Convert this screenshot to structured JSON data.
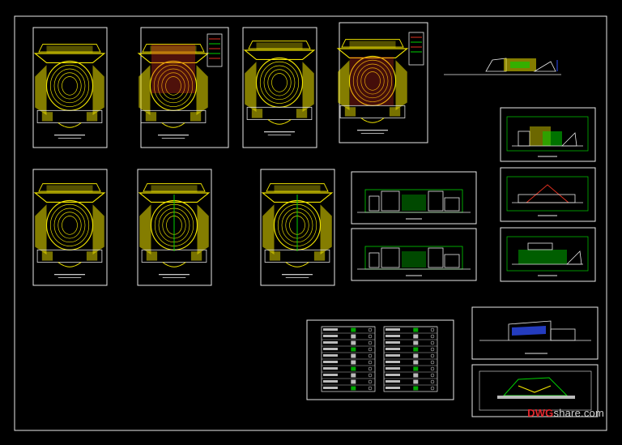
{
  "colors": {
    "background": "#000000",
    "frame": "#e8e8e8",
    "plan_yellow": "#f0e400",
    "plan_red": "#e03020",
    "section_green": "#00d000",
    "section_white": "#e8e8e8",
    "watermark_red": "#e3262d"
  },
  "watermark": {
    "brand_red": "DWG",
    "brand_rest": "share.com"
  },
  "sheets": {
    "floor_plans": [
      "plan-1",
      "plan-2",
      "plan-3",
      "plan-4",
      "plan-5",
      "plan-6",
      "plan-7"
    ],
    "elevations": [
      "site-elevation",
      "elevation-a",
      "elevation-b",
      "elevation-c",
      "elevation-d",
      "elevation-e",
      "section-a",
      "section-b"
    ],
    "schedules": [
      "door-window-schedule"
    ]
  }
}
